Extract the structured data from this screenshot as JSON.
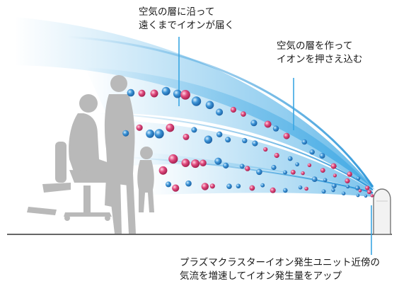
{
  "labels": {
    "top_left": {
      "line1": "空気の層に沿って",
      "line2": "遠くまでイオンが届く"
    },
    "top_right": {
      "line1": "空気の層を作って",
      "line2": "イオンを押さえ込む"
    },
    "bottom": {
      "line1": "プラズマクラスターイオン発生ユニット近傍の",
      "line2": "気流を増速してイオン発生量をアップ"
    }
  },
  "colors": {
    "airflow": "#3aa6e3",
    "ion_positive": "#d3336c",
    "ion_negative": "#2c7fc7",
    "silhouette": "#b9b9b9",
    "device_fill": "#f2f2f2",
    "device_stroke": "#777777",
    "floor": "#333333"
  },
  "icons": {
    "people": "family-silhouette-icon",
    "device": "air-purifier-icon",
    "ion_positive": "positive-ion-icon",
    "ion_negative": "negative-ion-icon"
  }
}
